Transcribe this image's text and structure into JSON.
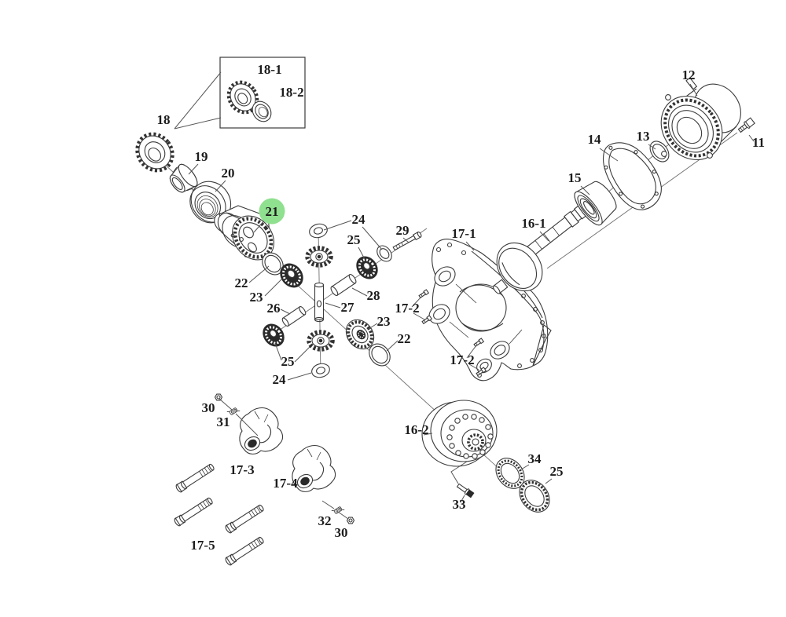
{
  "diagram": {
    "type": "exploded-parts-diagram",
    "subject": "drive axle differential and carrier assembly",
    "background_color": "#ffffff",
    "line_color": "#3b3b3b",
    "highlight": {
      "part": "21",
      "color": "#8fe08f"
    },
    "inset": {
      "description": "detail box for part 18",
      "parts": [
        "18-1",
        "18-2"
      ]
    },
    "labels": [
      {
        "id": "18-1",
        "text": "18-1"
      },
      {
        "id": "18-2",
        "text": "18-2"
      },
      {
        "id": "18",
        "text": "18"
      },
      {
        "id": "19",
        "text": "19"
      },
      {
        "id": "20",
        "text": "20"
      },
      {
        "id": "21",
        "text": "21",
        "highlighted": true
      },
      {
        "id": "22-left",
        "text": "22"
      },
      {
        "id": "23-left",
        "text": "23"
      },
      {
        "id": "24-top",
        "text": "24"
      },
      {
        "id": "25-top",
        "text": "25"
      },
      {
        "id": "29",
        "text": "29"
      },
      {
        "id": "26",
        "text": "26"
      },
      {
        "id": "27",
        "text": "27"
      },
      {
        "id": "28",
        "text": "28"
      },
      {
        "id": "23-right",
        "text": "23"
      },
      {
        "id": "22-right",
        "text": "22"
      },
      {
        "id": "17-2-upper",
        "text": "17-2"
      },
      {
        "id": "17-2-lower",
        "text": "17-2"
      },
      {
        "id": "25-bottom",
        "text": "25"
      },
      {
        "id": "24-bottom",
        "text": "24"
      },
      {
        "id": "17-1",
        "text": "17-1"
      },
      {
        "id": "16-1",
        "text": "16-1"
      },
      {
        "id": "15",
        "text": "15"
      },
      {
        "id": "14",
        "text": "14"
      },
      {
        "id": "13",
        "text": "13"
      },
      {
        "id": "12",
        "text": "12"
      },
      {
        "id": "11",
        "text": "11"
      },
      {
        "id": "30-top",
        "text": "30"
      },
      {
        "id": "31",
        "text": "31"
      },
      {
        "id": "17-3",
        "text": "17-3"
      },
      {
        "id": "17-4",
        "text": "17-4"
      },
      {
        "id": "32",
        "text": "32"
      },
      {
        "id": "30-bottom",
        "text": "30"
      },
      {
        "id": "17-5",
        "text": "17-5"
      },
      {
        "id": "16-2",
        "text": "16-2"
      },
      {
        "id": "34",
        "text": "34"
      },
      {
        "id": "25-right",
        "text": "25"
      },
      {
        "id": "33",
        "text": "33"
      }
    ]
  }
}
